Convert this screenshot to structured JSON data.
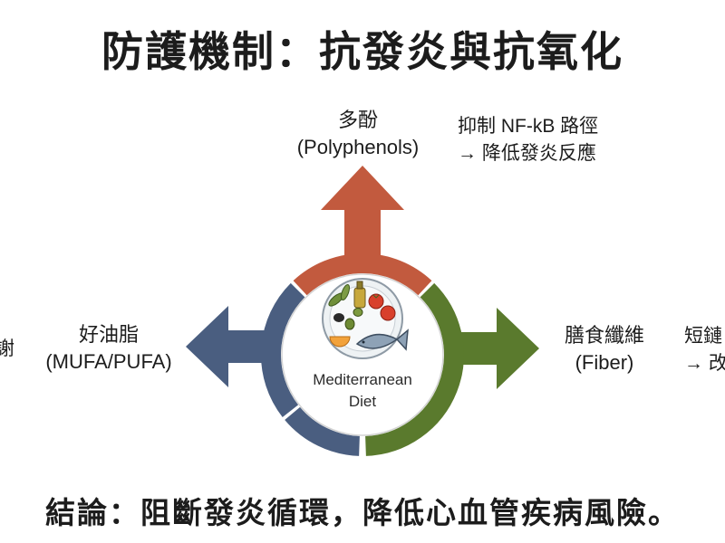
{
  "title": "防護機制：抗發炎與抗氧化",
  "center": {
    "label": "Mediterranean Diet",
    "icon": "mediterranean-food-plate-icon"
  },
  "branches": {
    "top": {
      "name": "多酚",
      "sub": "(Polyphenols)",
      "note": [
        "抑制 NF-kB 路徑",
        "→ 降低發炎反應"
      ],
      "color": "#c25a3e"
    },
    "left": {
      "name": "好油脂",
      "sub": "(MUFA/PUFA)",
      "note": [
        "謝"
      ],
      "color": "#4a5e80"
    },
    "right": {
      "name": "膳食纖維",
      "sub": "(Fiber)",
      "note": [
        "短鏈",
        "→ 改"
      ],
      "color": "#5a7a2d"
    }
  },
  "conclusion": "結論：阻斷發炎循環，降低心血管疾病風險。"
}
